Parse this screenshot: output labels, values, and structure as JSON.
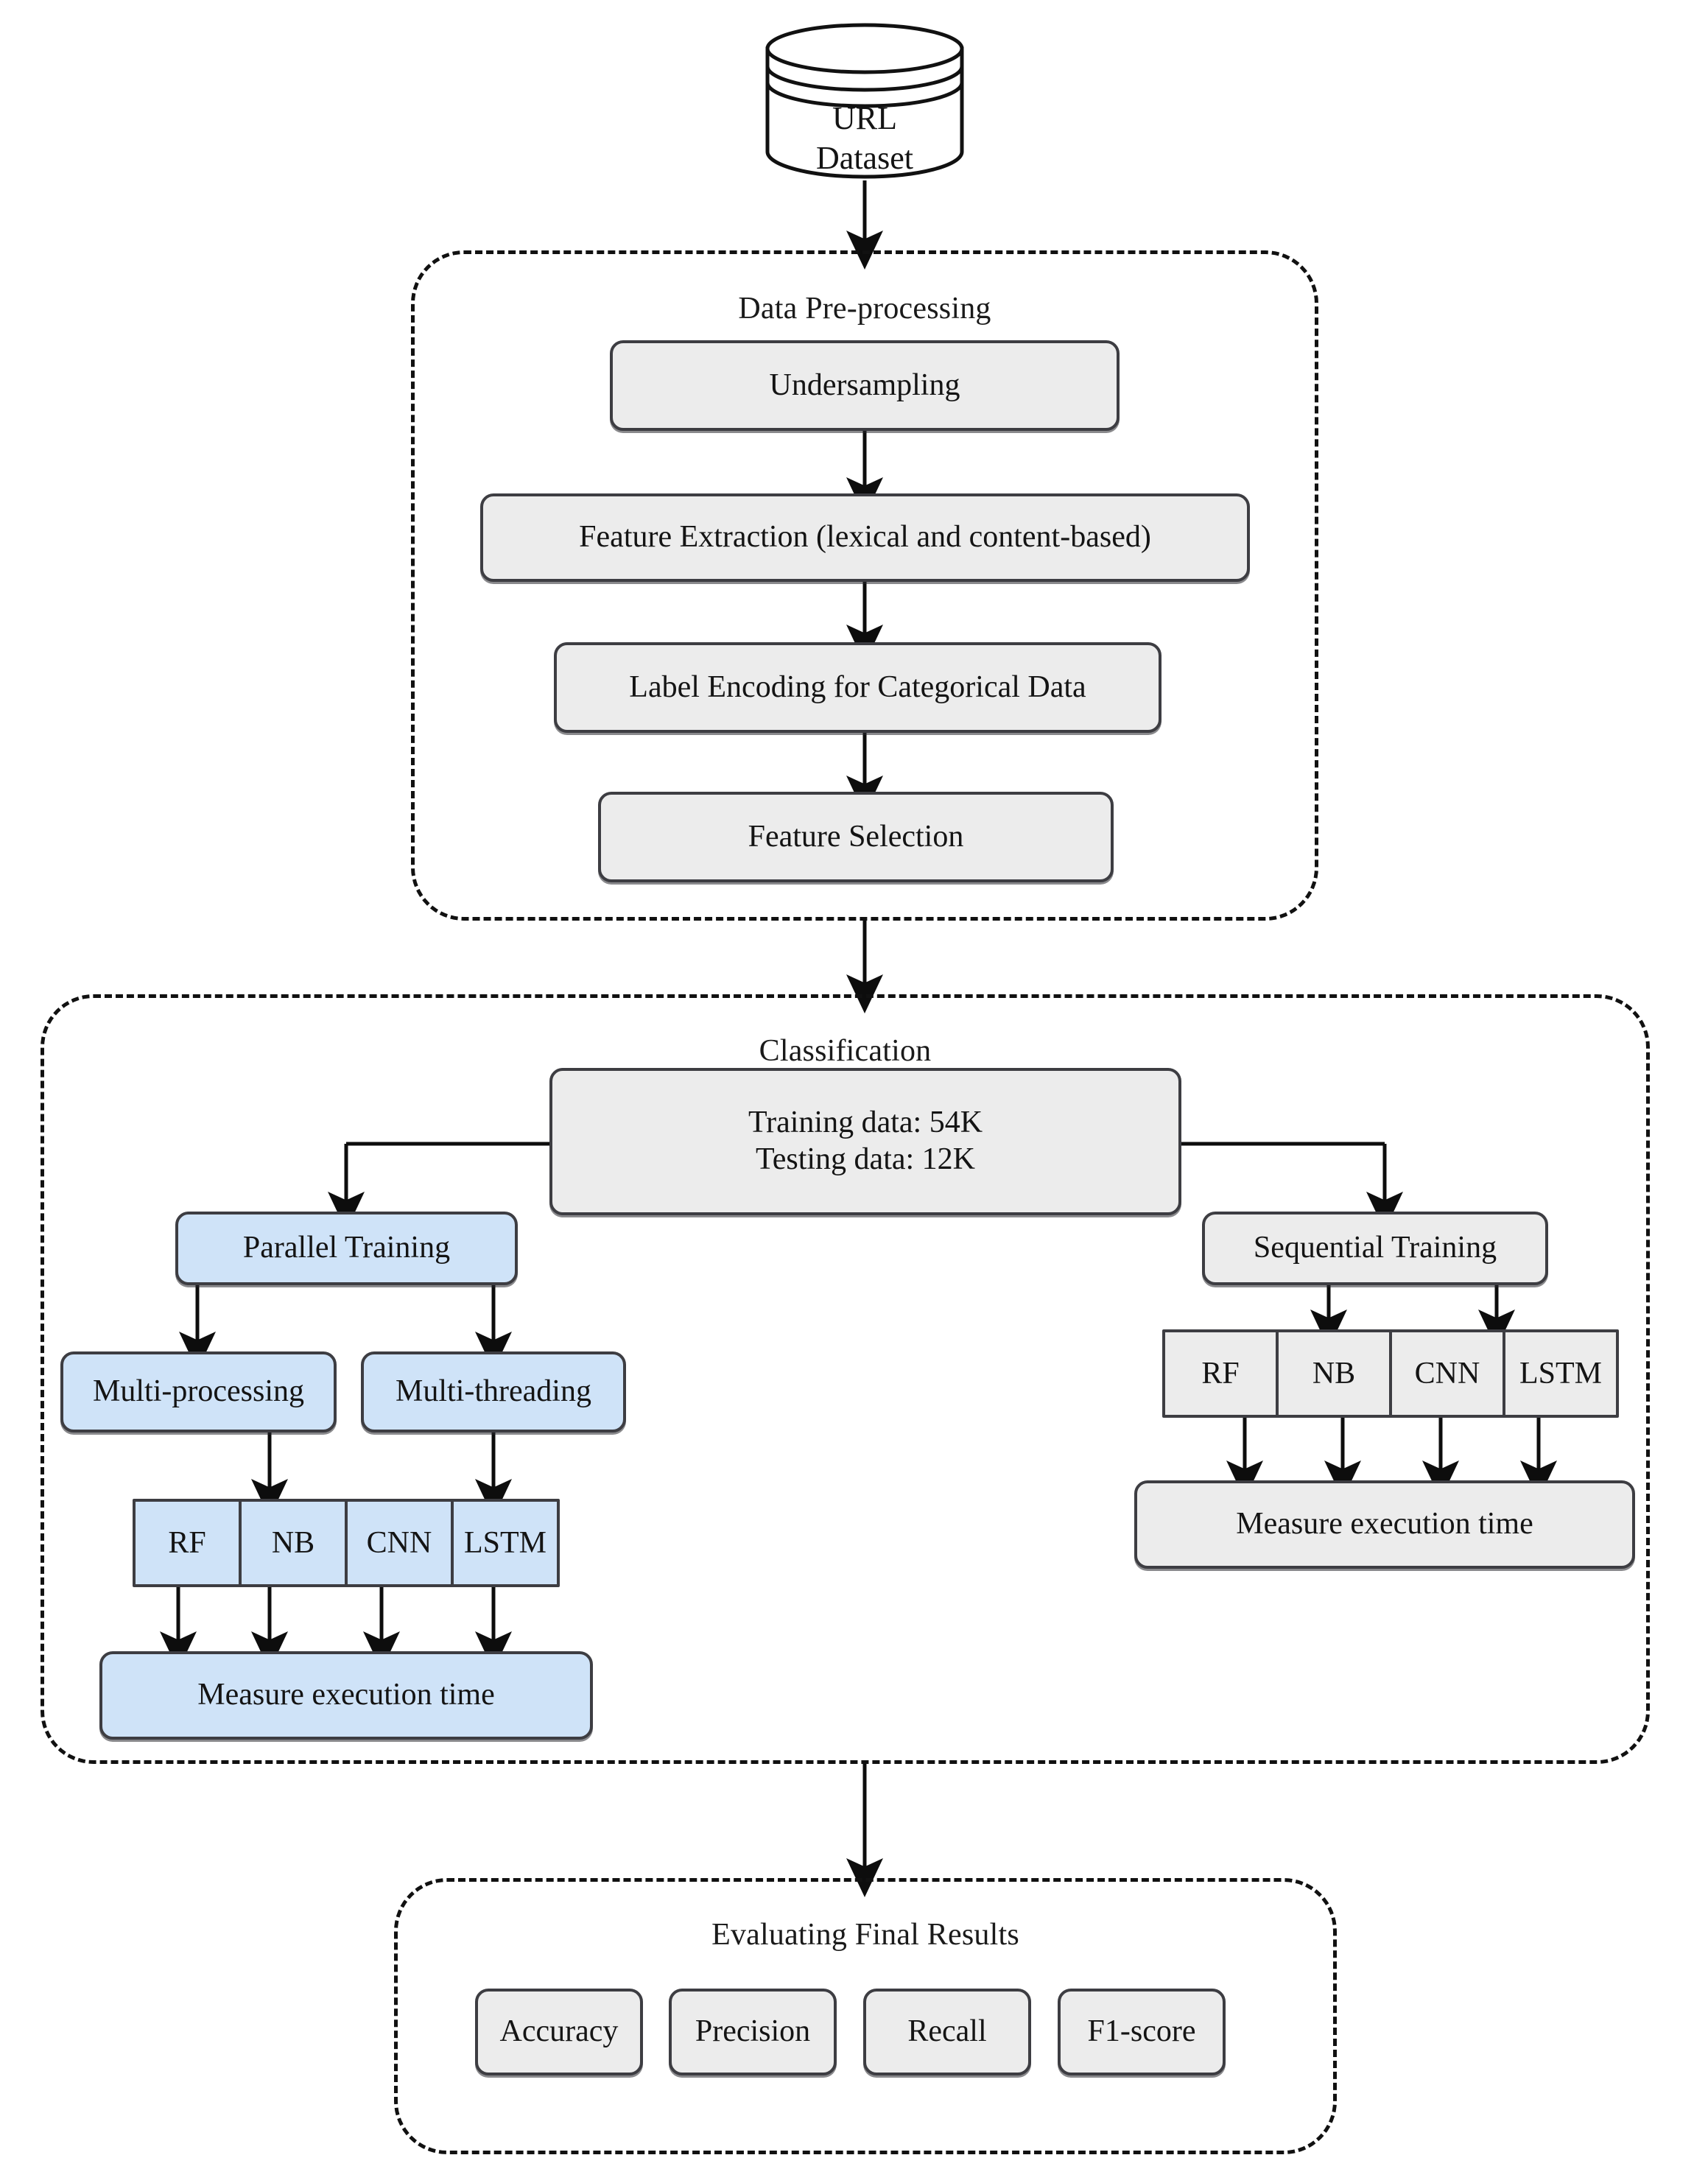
{
  "diagram": {
    "title": "URL classification methodology flowchart",
    "source_node": {
      "label_line1": "URL",
      "label_line2": "Dataset",
      "shape": "cylinder-database"
    },
    "groups": [
      {
        "id": "preprocessing",
        "title": "Data Pre-processing",
        "steps": [
          "Undersampling",
          "Feature Extraction (lexical and content-based)",
          "Label Encoding for Categorical Data",
          "Feature Selection"
        ]
      },
      {
        "id": "classification",
        "title": "Classification",
        "split_node": {
          "line1": "Training data: 54K",
          "line2": "Testing data: 12K",
          "training_data": "54K",
          "testing_data": "12K"
        },
        "branches": [
          {
            "id": "parallel",
            "label": "Parallel Training",
            "color": "#cfe3f8",
            "modes": [
              "Multi-processing",
              "Multi-threading"
            ],
            "models": [
              "RF",
              "NB",
              "CNN",
              "LSTM"
            ],
            "sink": "Measure execution time"
          },
          {
            "id": "sequential",
            "label": "Sequential Training",
            "color": "#ececec",
            "modes": [],
            "models": [
              "RF",
              "NB",
              "CNN",
              "LSTM"
            ],
            "sink": "Measure execution time"
          }
        ]
      },
      {
        "id": "evaluation",
        "title": "Evaluating Final Results",
        "metrics": [
          "Accuracy",
          "Precision",
          "Recall",
          "F1-score"
        ]
      }
    ],
    "colors": {
      "parallel_fill": "#cfe3f8",
      "neutral_fill": "#ececec",
      "stroke": "#3d3d42",
      "dashed_border": "#111111",
      "text": "#141414",
      "background": "#ffffff"
    }
  }
}
